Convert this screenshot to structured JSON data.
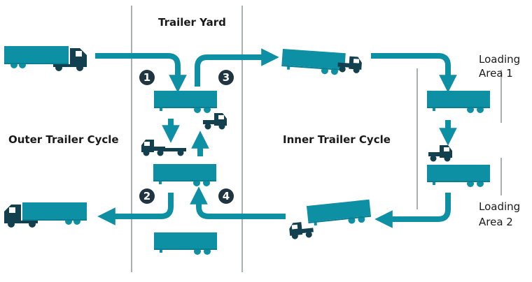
{
  "labels": {
    "trailer_yard": "Trailer Yard",
    "outer_cycle": "Outer Trailer Cycle",
    "inner_cycle": "Inner Trailer Cycle",
    "loading_area_1_line1": "Loading",
    "loading_area_1_line2": "Area 1",
    "loading_area_2_line1": "Loading",
    "loading_area_2_line2": "Area 2"
  },
  "steps": [
    "1",
    "2",
    "3",
    "4"
  ],
  "colors": {
    "teal": "#0d8fa4",
    "navy": "#13404f",
    "badge": "#1f3642",
    "divider": "#6e7c84"
  }
}
